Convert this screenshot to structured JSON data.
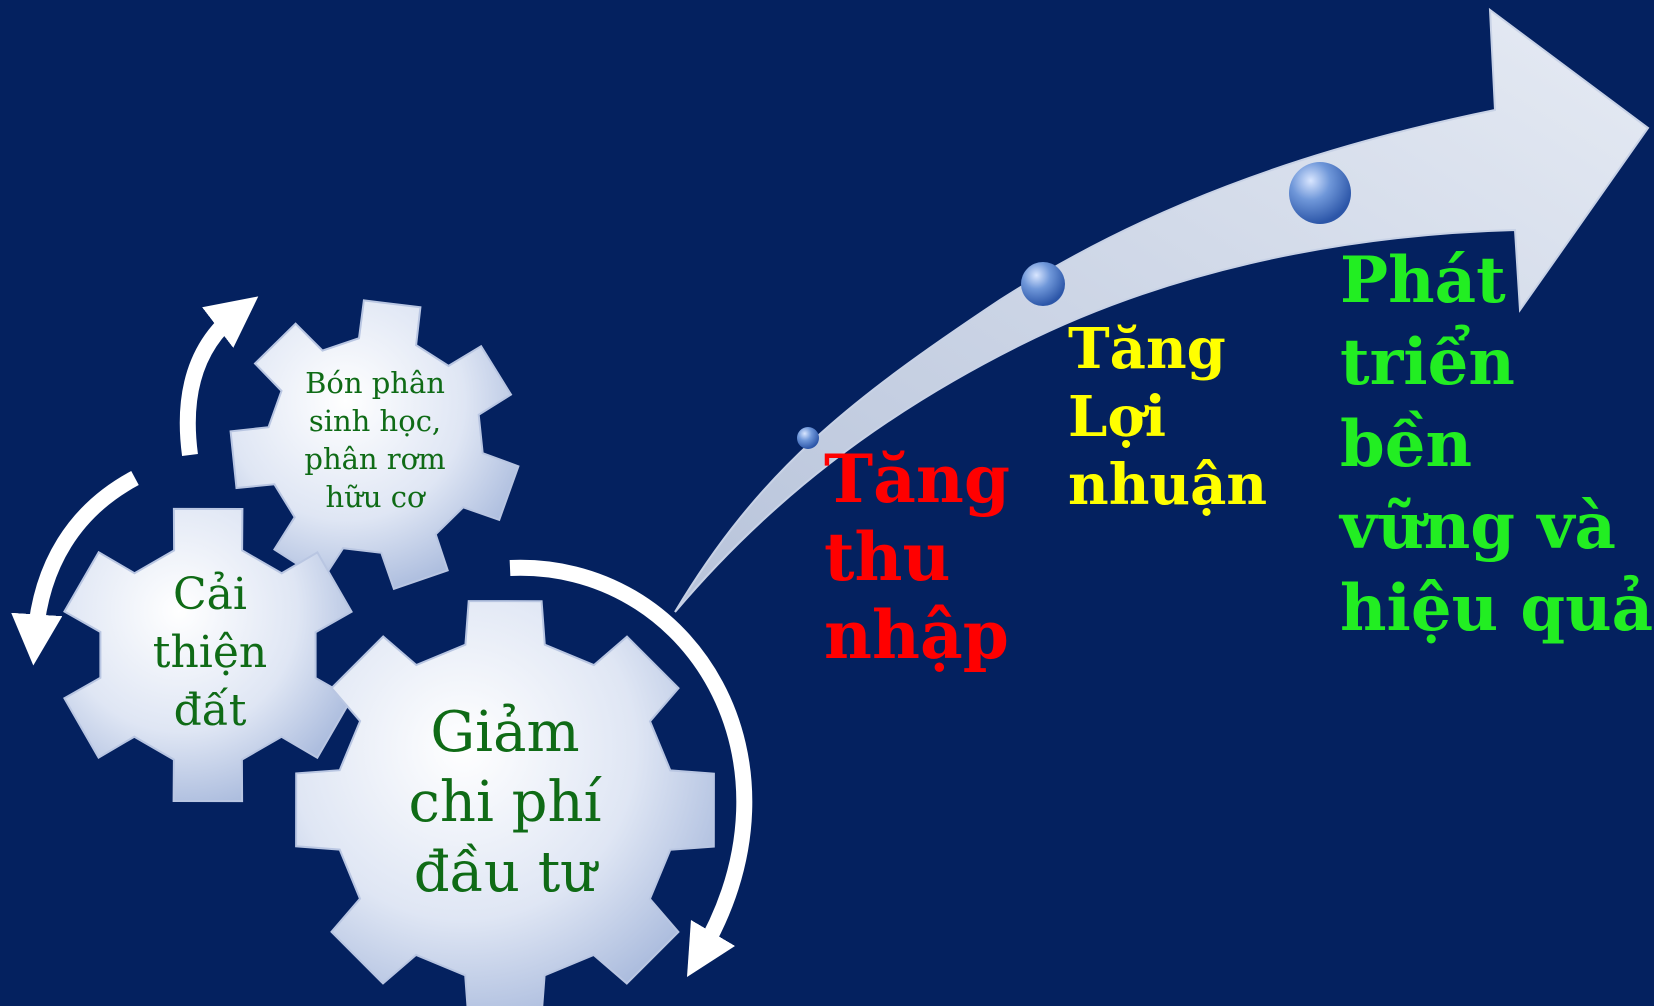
{
  "colors": {
    "background": "#04215f",
    "gear_text": "#0f6b16",
    "stage1": "#ff0000",
    "stage2": "#ffff00",
    "stage3": "#22ee22"
  },
  "gears": [
    {
      "label": "Bón phân\nsinh học,\nphân rơm\nhữu cơ"
    },
    {
      "label": "Cải\nthiện\nđất"
    },
    {
      "label": "Giảm\nchi phí\nđầu tư"
    }
  ],
  "stages": [
    {
      "label": "Tăng\nthu\nnhập"
    },
    {
      "label": "Tăng\nLợi\nnhuận"
    },
    {
      "label": "Phát\ntriển\nbền\nvững và\nhiệu quả"
    }
  ]
}
